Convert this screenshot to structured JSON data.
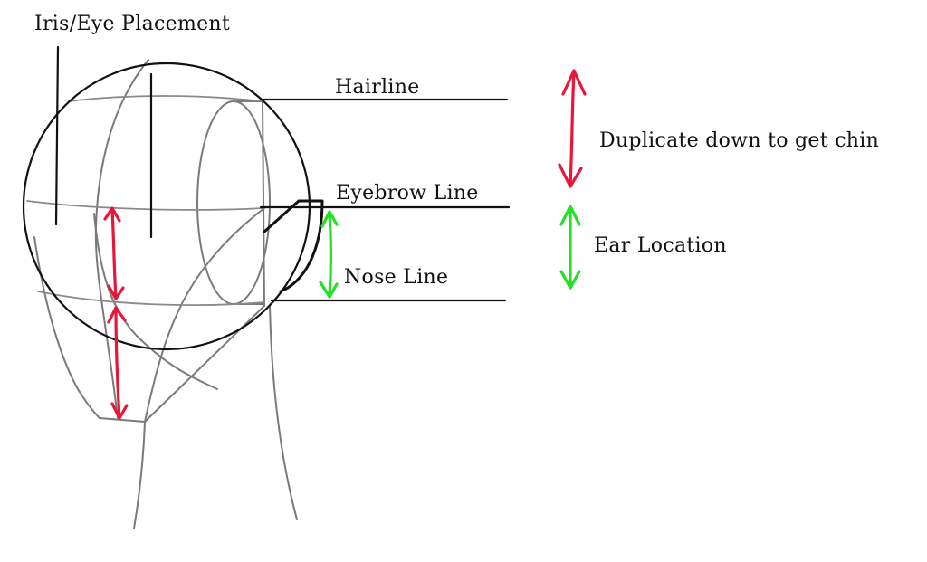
{
  "labels": {
    "iris_eye_placement": "Iris/Eye Placement",
    "hairline": "Hairline",
    "eyebrow_line": "Eyebrow Line",
    "nose_line": "Nose Line",
    "duplicate_chin": "Duplicate down to get chin",
    "ear_location": "Ear Location"
  },
  "colors": {
    "outline": "#111111",
    "construction": "#7a7a7a",
    "proportion_arrow": "#e8173a",
    "ear_arrow": "#22e022"
  }
}
